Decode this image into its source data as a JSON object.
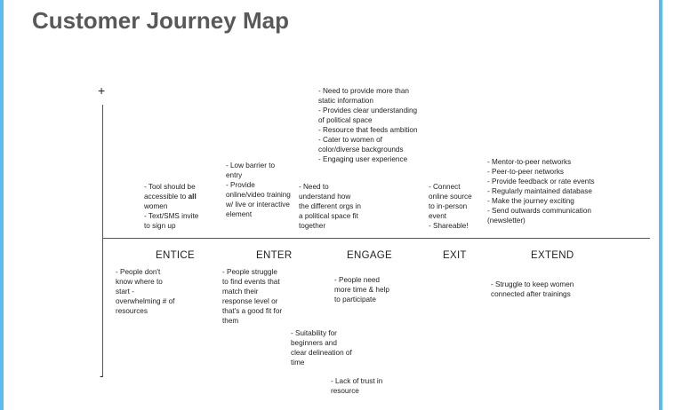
{
  "title": "Customer Journey Map",
  "axis": {
    "plus": "+",
    "minus": "-"
  },
  "stages": [
    "ENTICE",
    "ENTER",
    "ENGAGE",
    "EXIT",
    "EXTEND"
  ],
  "notes": {
    "entice_pos": [
      "- Tool should be",
      "accessible to all",
      "women",
      "- Text/SMS invite",
      "to sign up"
    ],
    "enter_pos": [
      "- Low barrier to",
      "entry",
      "- Provide",
      "online/video training",
      "w/ live or interactive",
      "element"
    ],
    "engage_pos_top": [
      "- Need to provide more than",
      "static information",
      "- Provides clear understanding",
      "of political space",
      "- Resource that feeds ambition",
      "- Cater to women of",
      "color/diverse backgrounds",
      "- Engaging user experience"
    ],
    "engage_pos_low": [
      "- Need to",
      "understand how",
      "the different orgs in",
      "a political space fit",
      "together"
    ],
    "exit_pos": [
      "- Connect",
      "online source",
      "to in-person",
      "event",
      "- Shareable!"
    ],
    "extend_pos": [
      "- Mentor-to-peer networks",
      "- Peer-to-peer networks",
      "- Provide feedback or rate events",
      "- Regularly maintained database",
      "- Make the journey exciting",
      "- Send outwards communication",
      "(newsletter)"
    ],
    "entice_neg": [
      "- People don't",
      "know where to",
      "start -",
      "overwhelming # of",
      "resources"
    ],
    "enter_neg": [
      "- People struggle",
      "to find events that",
      "match their",
      "response level or",
      "that's a good fit for",
      "them"
    ],
    "engage_neg": [
      "- People need",
      "more time & help",
      "to participate"
    ],
    "engage_neg_low": [
      "- Suitability for",
      "beginners and",
      "clear delineation of",
      "time"
    ],
    "engage_neg_lowest": [
      "- Lack of trust in",
      "resource"
    ],
    "extend_neg": [
      "- Struggle to keep women",
      "connected after trainings"
    ]
  }
}
